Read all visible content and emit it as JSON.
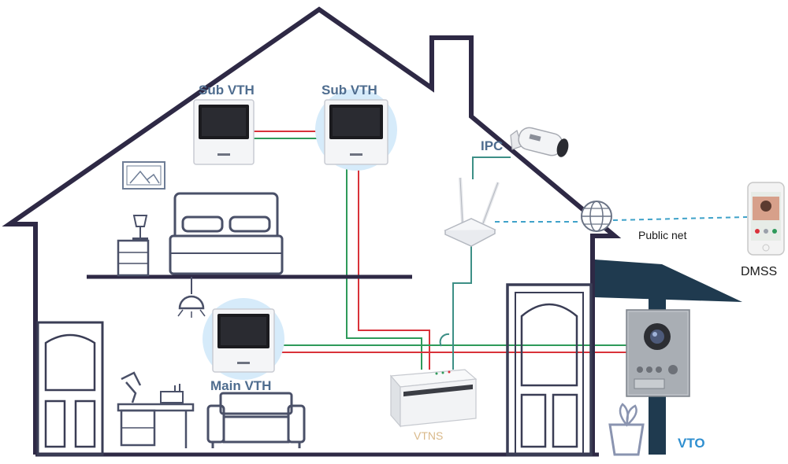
{
  "labels": {
    "sub_vth_left": "Sub VTH",
    "sub_vth_right": "Sub VTH",
    "main_vth": "Main VTH",
    "ipc": "IPC",
    "public_net": "Public net",
    "dmss": "DMSS",
    "vtns": "VTNS",
    "vto": "VTO"
  },
  "icons": [
    "house-outline-icon",
    "monitor-icon",
    "camera-icon",
    "router-icon",
    "globe-icon",
    "phone-icon",
    "switch-icon",
    "door-station-icon",
    "bed-icon",
    "lamp-icon",
    "sofa-icon",
    "desk-icon",
    "door-icon",
    "plant-icon",
    "picture-frame-icon"
  ],
  "colors": {
    "house_outline": "#2e2945",
    "wire_red": "#d9323a",
    "wire_green": "#2e9a5a",
    "network_line": "#3d8f86",
    "label_blue": "#4f6d8f",
    "vto_label": "#2f8fd0",
    "vtns_label": "#d9b98a"
  }
}
